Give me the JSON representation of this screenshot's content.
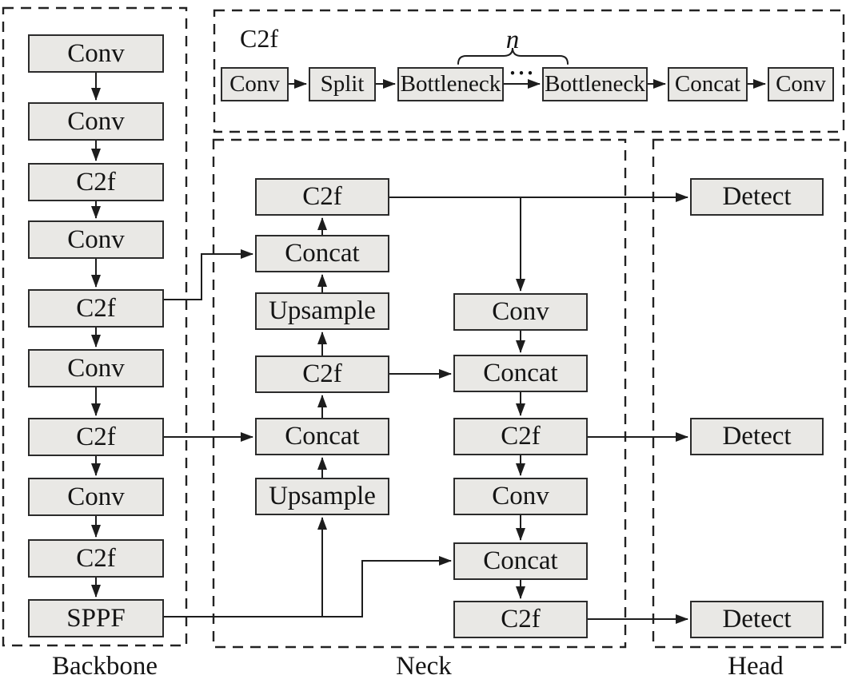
{
  "colors": {
    "node_fill": "#e9e8e5",
    "node_border": "#2b2b2b",
    "line": "#1d1d1d",
    "background": "#ffffff"
  },
  "backbone": {
    "label": "Backbone",
    "nodes": [
      "Conv",
      "Conv",
      "C2f",
      "Conv",
      "C2f",
      "Conv",
      "C2f",
      "Conv",
      "C2f",
      "SPPF"
    ]
  },
  "c2f_detail": {
    "title": "C2f",
    "repeat_label": "n",
    "ellipsis": "···",
    "nodes": [
      "Conv",
      "Split",
      "Bottleneck",
      "Bottleneck",
      "Concat",
      "Conv"
    ]
  },
  "neck": {
    "label": "Neck",
    "left_column_nodes": [
      "C2f",
      "Concat",
      "Upsample",
      "C2f",
      "Concat",
      "Upsample"
    ],
    "right_column_nodes": [
      "Conv",
      "Concat",
      "C2f",
      "Conv",
      "Concat",
      "C2f"
    ]
  },
  "head": {
    "label": "Head",
    "nodes": [
      "Detect",
      "Detect",
      "Detect"
    ]
  }
}
